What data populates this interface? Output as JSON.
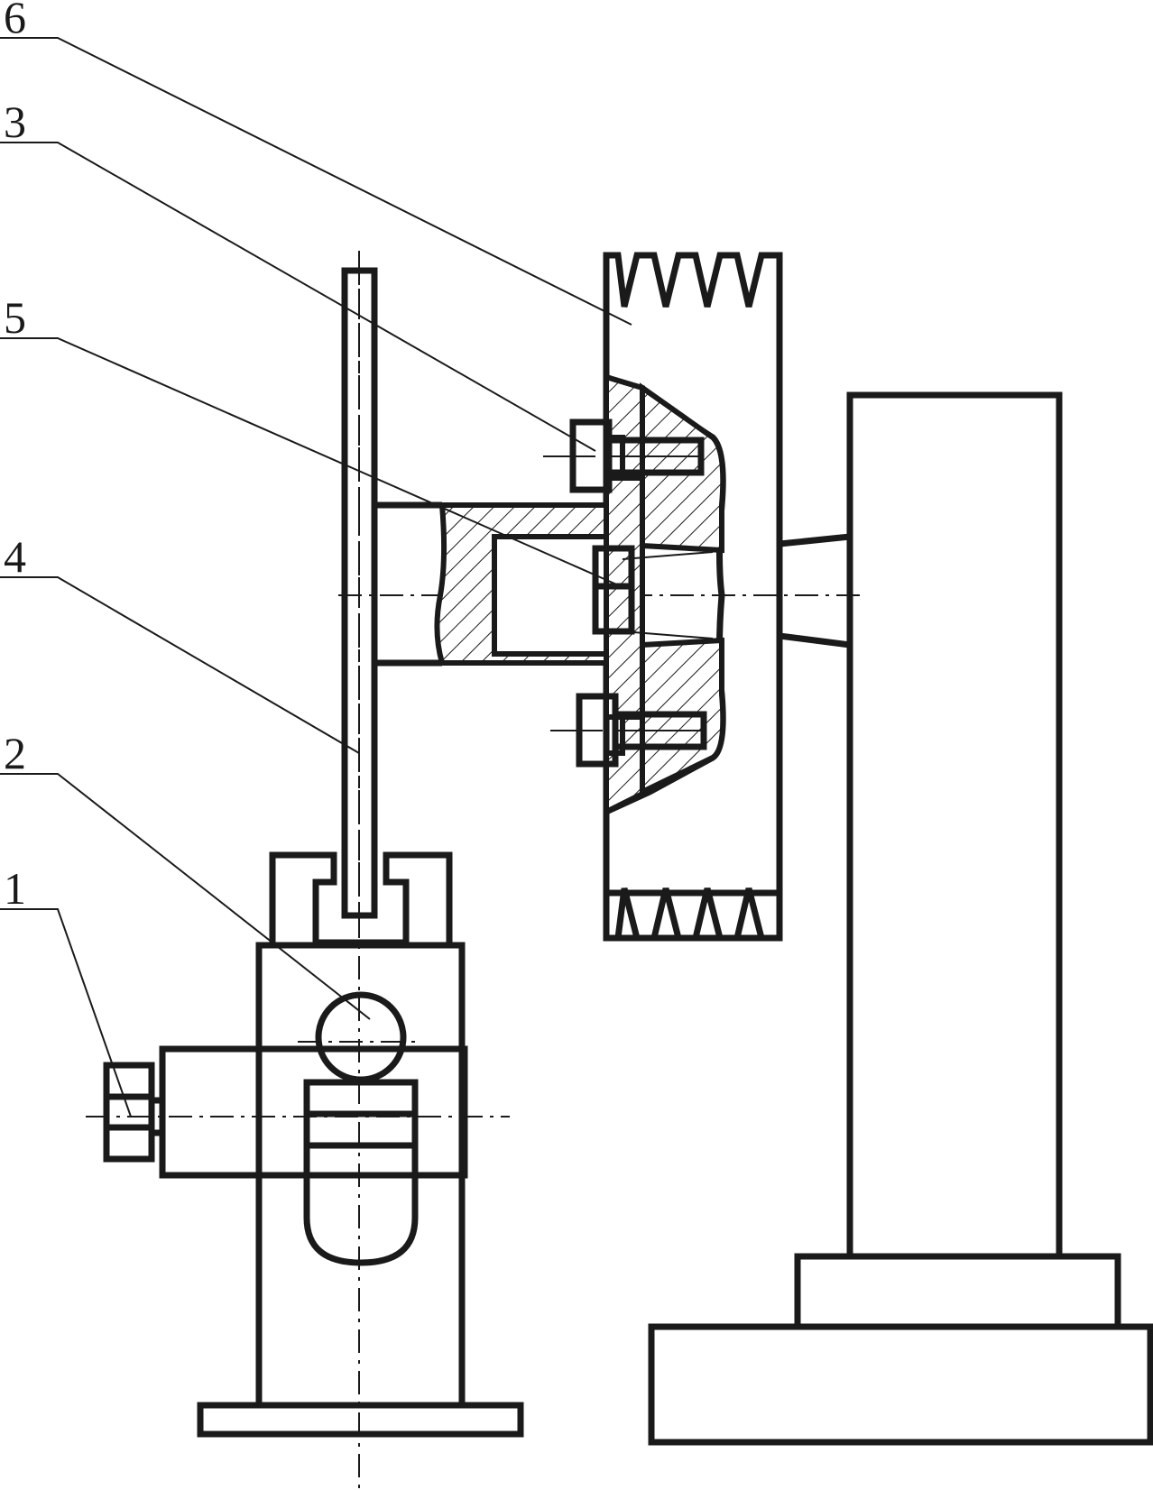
{
  "labels": [
    {
      "id": "part-1",
      "text": "1"
    },
    {
      "id": "part-2",
      "text": "2"
    },
    {
      "id": "part-3",
      "text": "3"
    },
    {
      "id": "part-4",
      "text": "4"
    },
    {
      "id": "part-5",
      "text": "5"
    },
    {
      "id": "part-6",
      "text": "6"
    }
  ],
  "colors": {
    "line": "#1a1a1a",
    "background": "#ffffff"
  }
}
